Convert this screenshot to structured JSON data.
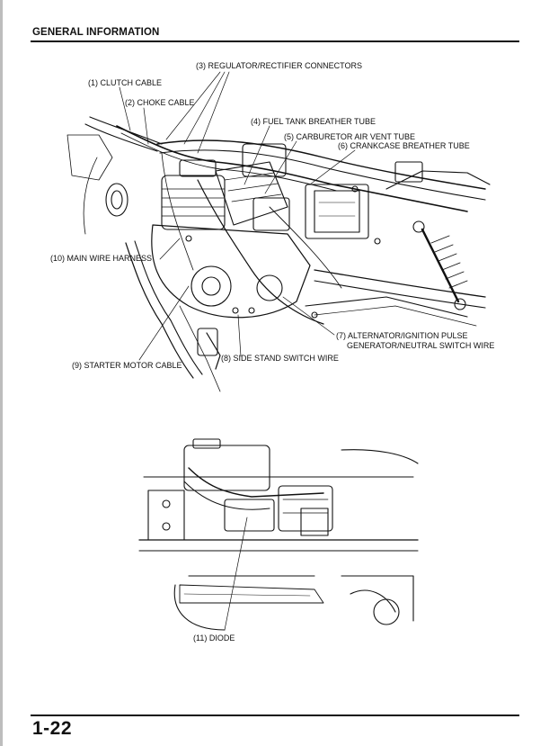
{
  "header": {
    "title": "GENERAL INFORMATION"
  },
  "figure_top": {
    "labels": {
      "regulator": "(3) REGULATOR/RECTIFIER CONNECTORS",
      "clutch": "(1) CLUTCH CABLE",
      "choke": "(2) CHOKE CABLE",
      "fuel_tank": "(4) FUEL TANK BREATHER TUBE",
      "carburetor": "(5) CARBURETOR AIR VENT TUBE",
      "crankcase": "(6) CRANKCASE BREATHER TUBE",
      "main_harness": "(10) MAIN WIRE HARNESS",
      "alternator_l1": "(7) ALTERNATOR/IGNITION PULSE",
      "alternator_l2": "GENERATOR/NEUTRAL SWITCH WIRE",
      "starter": "(9) STARTER MOTOR CABLE",
      "side_stand": "(8) SIDE STAND SWITCH WIRE"
    }
  },
  "figure_bottom": {
    "labels": {
      "diode": "(11) DIODE"
    }
  },
  "footer": {
    "page_number": "1-22"
  }
}
